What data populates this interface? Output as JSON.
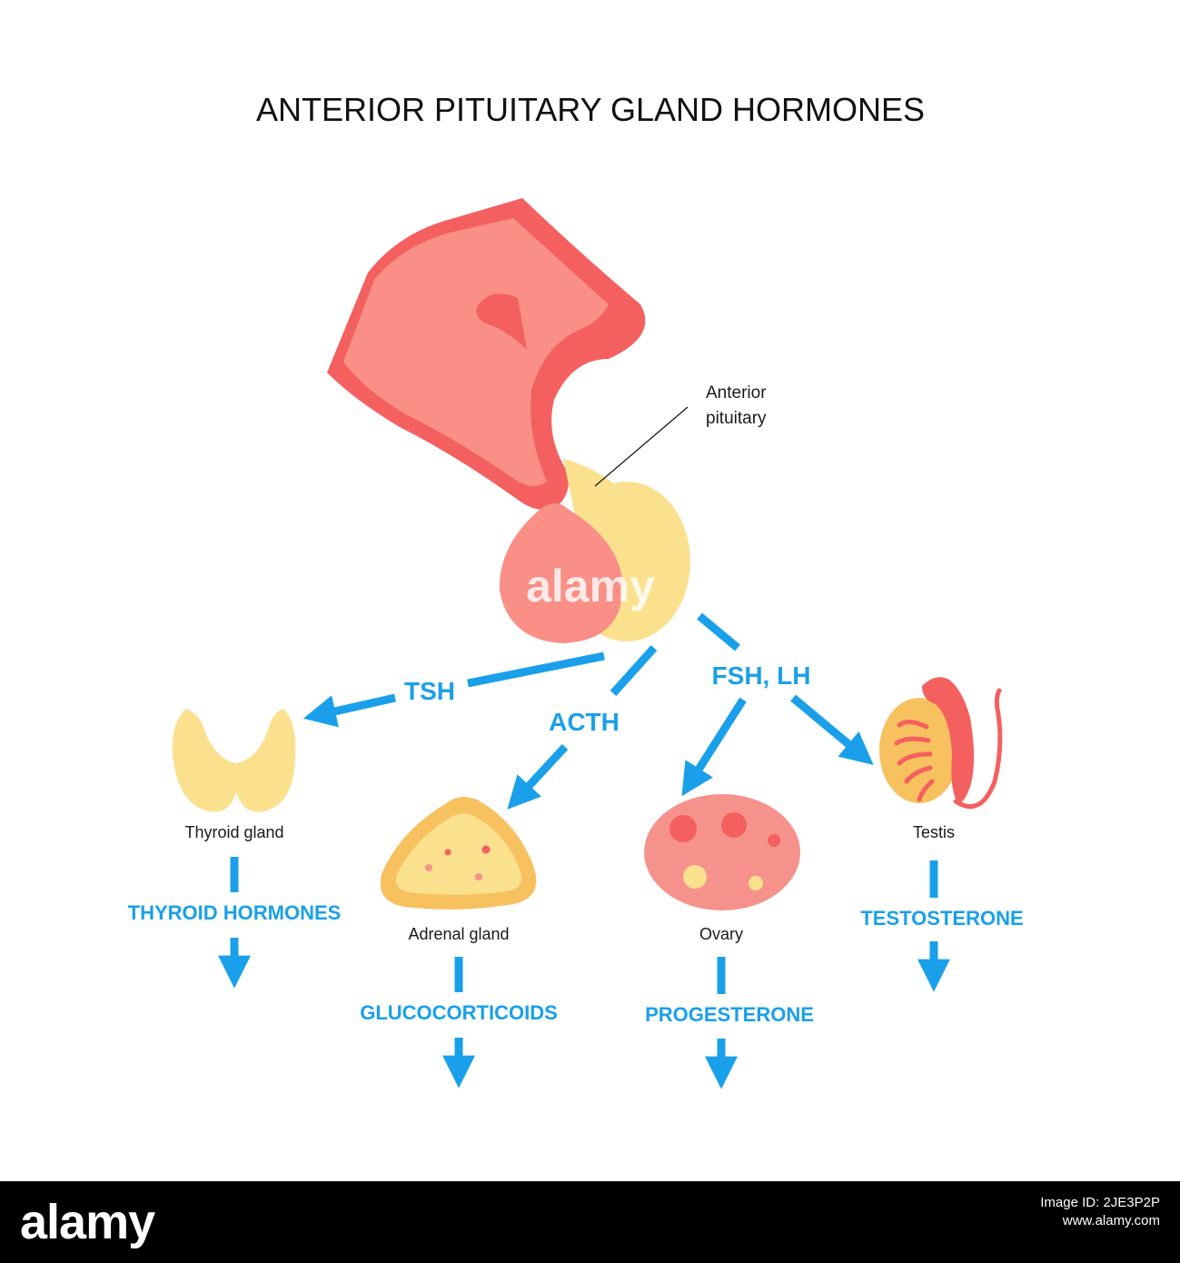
{
  "title": "ANTERIOR PITUITARY GLAND HORMONES",
  "annotation": {
    "line1": "Anterior",
    "line2": "pituitary"
  },
  "tropic_hormones": {
    "tsh": "TSH",
    "acth": "ACTH",
    "fsh_lh": "FSH, LH"
  },
  "organs": {
    "thyroid": "Thyroid gland",
    "adrenal": "Adrenal gland",
    "ovary": "Ovary",
    "testis": "Testis"
  },
  "output_hormones": {
    "thyroid": "THYROID HORMONES",
    "adrenal": "GLUCOCORTICOIDS",
    "ovary": "PROGESTERONE",
    "testis": "TESTOSTERONE"
  },
  "watermark": "alamy",
  "footer": {
    "logo": "alamy",
    "image_id": "Image ID: 2JE3P2P",
    "site": "www.alamy.com"
  },
  "colors": {
    "arrow": "#1aa0ea",
    "hypothalamus_dark": "#f4605f",
    "hypothalamus_light": "#f98f86",
    "anterior_lobe": "#fbe08e",
    "thyroid": "#fbe08e",
    "adrenal_outer": "#f7c15f",
    "adrenal_inner": "#fbe08e",
    "ovary": "#f6928c",
    "testis": "#f7c15f",
    "epididymis": "#f4605f"
  }
}
